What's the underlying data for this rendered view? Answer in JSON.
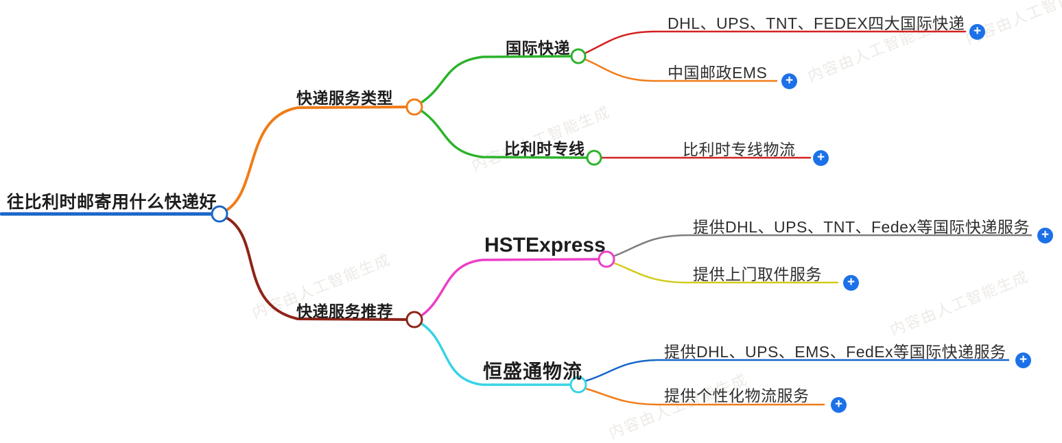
{
  "mindmap": {
    "root": {
      "label": "往比利时邮寄用什么快递好",
      "color": "#1b66c9"
    },
    "branches": [
      {
        "label": "快递服务类型",
        "color": "#f07c18",
        "children": [
          {
            "label": "国际快递",
            "color": "#2bb32b",
            "children": [
              {
                "label": "DHL、UPS、TNT、FEDEX四大国际快递",
                "color": "#d32020"
              },
              {
                "label": "中国邮政EMS",
                "color": "#f07c18"
              }
            ]
          },
          {
            "label": "比利时专线",
            "color": "#2bb32b",
            "children": [
              {
                "label": "比利时专线物流",
                "color": "#d32020"
              }
            ]
          }
        ]
      },
      {
        "label": "快递服务推荐",
        "color": "#8e2418",
        "children": [
          {
            "label": "HSTExpress",
            "color": "#ec3ec6",
            "children": [
              {
                "label": "提供DHL、UPS、TNT、Fedex等国际快递服务",
                "color": "#7d7d7d"
              },
              {
                "label": "提供上门取件服务",
                "color": "#d2cb1b"
              }
            ]
          },
          {
            "label": "恒盛通物流",
            "color": "#38d3e6",
            "children": [
              {
                "label": "提供DHL、UPS、EMS、FedEx等国际快递服务",
                "color": "#1565c8"
              },
              {
                "label": "提供个性化物流服务",
                "color": "#f07c18"
              }
            ]
          }
        ]
      }
    ]
  },
  "ui": {
    "plus_color": "#1c71e8",
    "plus_glyph": "+"
  },
  "watermark": {
    "text": "内容由人工智能生成"
  }
}
